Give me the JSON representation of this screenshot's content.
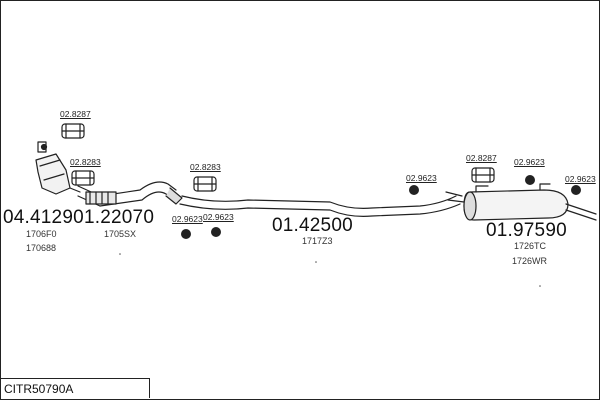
{
  "diagram": {
    "code": "CITR50790A",
    "sections": [
      {
        "id": "catalyst",
        "part_number": "04.41290",
        "refs": [
          "1706F0",
          "170688"
        ]
      },
      {
        "id": "front-pipe",
        "part_number": "1.22070",
        "refs": [
          "1705SX"
        ]
      },
      {
        "id": "middle-pipe",
        "part_number": "01.42500",
        "refs": [
          "1717Z3"
        ]
      },
      {
        "id": "rear-silencer",
        "part_number": "01.97590",
        "refs": [
          "1726TC",
          "1726WR"
        ]
      }
    ],
    "fittings": {
      "clamp_a": "02.8287",
      "clamp_b": "02.8283",
      "clamp_c": "02.8283",
      "hanger_a": "02.9623",
      "hanger_b": "02.9623",
      "hanger_c": "02.9623",
      "clamp_d": "02.8287",
      "hanger_d": "02.9623",
      "hanger_e": "02.9623"
    }
  }
}
